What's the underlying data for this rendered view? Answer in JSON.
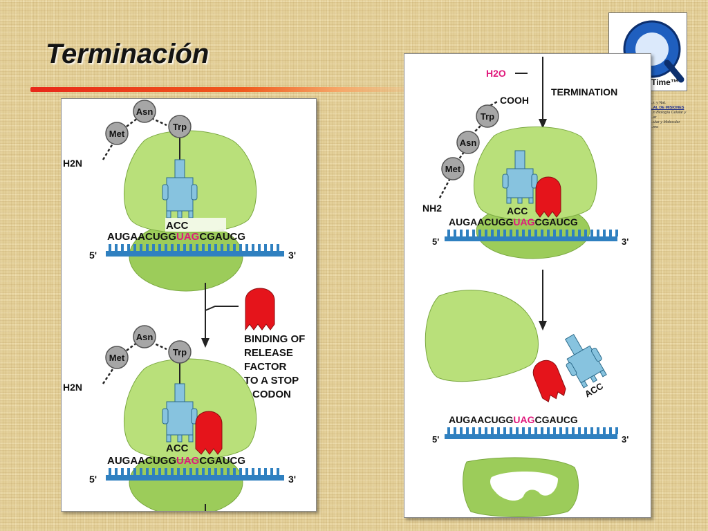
{
  "slide": {
    "title": "Terminación"
  },
  "colors": {
    "ribbon": "#e8281a",
    "ribosome": "#b9e07a",
    "ribosome_dark": "#9ccc5a",
    "trna": "#87c3df",
    "release_factor": "#e5141b",
    "mrna": "#2f80c0",
    "stop_codon_text": "#e0197c",
    "amino_acid": "#a6a6a6"
  },
  "left_panel": {
    "top_complex": {
      "amino_acids": [
        "Met",
        "Asn",
        "Trp"
      ],
      "n_terminus": "H2N",
      "anticodon": "ACC",
      "mrna_seq": [
        "AUG",
        "AAC",
        "UGG",
        "UAG",
        "CGA",
        "UCG"
      ],
      "five_prime": "5'",
      "three_prime": "3'"
    },
    "step_label_lines": [
      "BINDING OF",
      "RELEASE",
      "FACTOR",
      "TO A STOP",
      "CODON"
    ],
    "bottom_complex": {
      "amino_acids": [
        "Met",
        "Asn",
        "Trp"
      ],
      "n_terminus": "H2N",
      "anticodon": "ACC",
      "mrna_seq": [
        "AUG",
        "AAC",
        "UGG",
        "UAG",
        "CGA",
        "UCG"
      ],
      "five_prime": "5'",
      "three_prime": "3'"
    }
  },
  "right_panel": {
    "water": "H2O",
    "carboxyl": "COOH",
    "step_label": "TERMINATION",
    "amino_acids": [
      "Trp",
      "Asn",
      "Met"
    ],
    "n_terminus": "NH2",
    "top_complex": {
      "anticodon": "ACC",
      "mrna_seq": [
        "AUG",
        "AAC",
        "UGG",
        "UAG",
        "CGA",
        "UCG"
      ],
      "five_prime": "5'",
      "three_prime": "3'"
    },
    "released_trna_anticodon": "ACC",
    "free_mrna": {
      "mrna_seq": [
        "AUG",
        "AAC",
        "UGG",
        "UAG",
        "CGA",
        "UCG"
      ],
      "five_prime": "5'",
      "three_prime": "3'"
    }
  },
  "logo": {
    "name": "quicktime-logo",
    "text": "Time™"
  },
  "credits": {
    "lines": [
      "...r. y Nat.",
      "...AL DE MISIONES",
      "...n Biología Celular y",
      "...ar",
      "...ular y Molecular",
      "...mo"
    ]
  }
}
